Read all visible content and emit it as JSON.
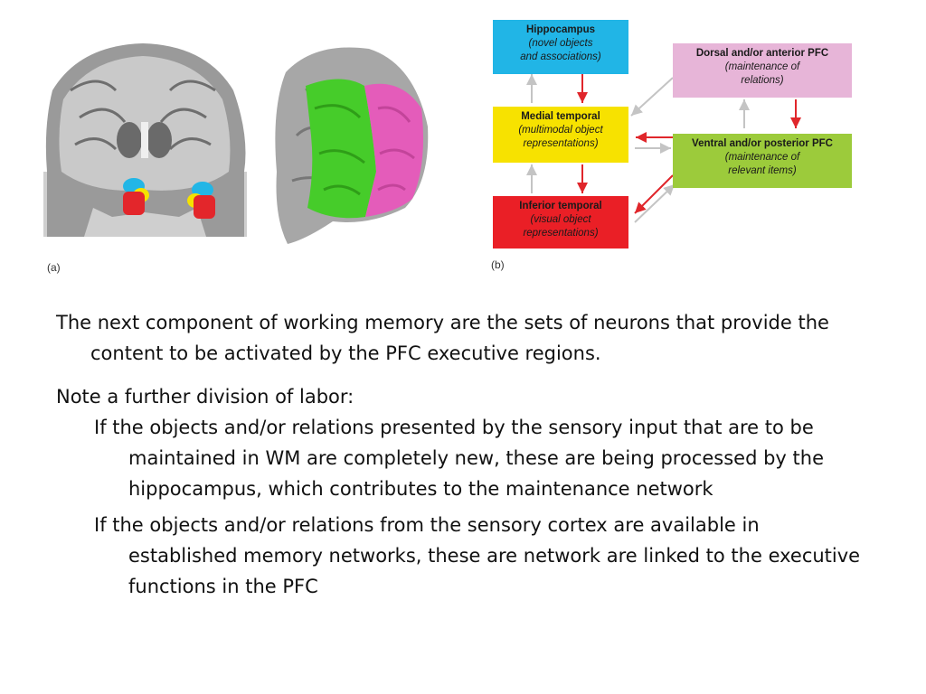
{
  "figure_a": {
    "label": "(a)"
  },
  "figure_b": {
    "label": "(b)",
    "boxes": {
      "hippocampus": {
        "title": "Hippocampus",
        "sub1": "(novel objects",
        "sub2": "and associations)",
        "color": "#21b5e6"
      },
      "medial_temporal": {
        "title": "Medial temporal",
        "sub1": "(multimodal object",
        "sub2": "representations)",
        "color": "#f7e200"
      },
      "inferior_temporal": {
        "title": "Inferior temporal",
        "sub1": "(visual object",
        "sub2": "representations)",
        "color": "#ea1f26"
      },
      "dorsal_pfc": {
        "title": "Dorsal and/or anterior PFC",
        "sub1": "(maintenance of",
        "sub2": "relations)",
        "color": "#e7b5d8"
      },
      "ventral_pfc": {
        "title": "Ventral and/or posterior PFC",
        "sub1": "(maintenance of",
        "sub2": "relevant items)",
        "color": "#9ccb3b"
      }
    }
  },
  "body": {
    "p1": "The next component of working memory are the sets of neurons that provide the content to be activated by the PFC executive regions.",
    "p2": "Note a further division of labor:",
    "p3": "If the objects and/or relations presented by the sensory input that are to be maintained in WM are completely new, these are being processed by the hippocampus, which contributes to the maintenance network",
    "p4": "If the objects and/or relations from the sensory cortex are available in established memory networks, these are network are linked to the executive functions in the PFC"
  }
}
